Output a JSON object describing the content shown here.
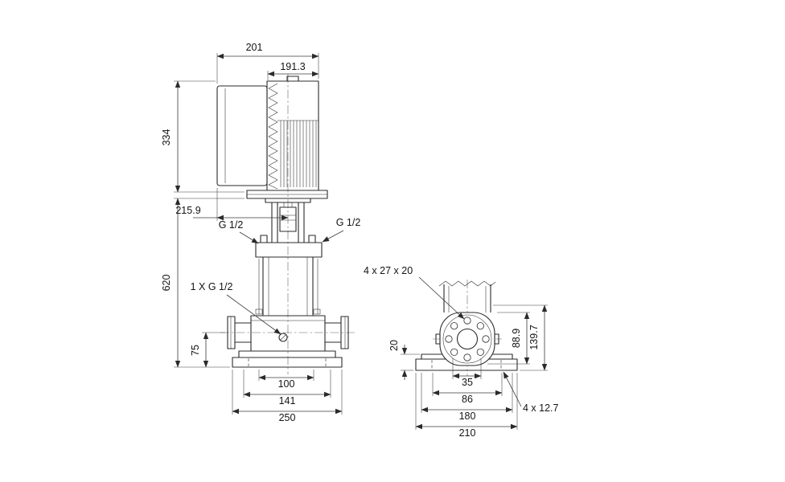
{
  "meta": {
    "background": "#ffffff",
    "line_color": "#2b2b2b"
  },
  "front_view": {
    "dim_top_width": "201",
    "dim_motor_width": "191.3",
    "dim_motor_height": "334",
    "dim_depth": "215.9",
    "port_left": "G 1/2",
    "port_right": "G 1/2",
    "drain_port": "1 X G 1/2",
    "dim_total_height": "620",
    "dim_port_centerline": "75",
    "dim_base_inner": "100",
    "dim_base_mid": "141",
    "dim_base_outer": "250"
  },
  "end_view": {
    "flange_holes": "4 x 27 x 20",
    "dim_base_height": "20",
    "dim_flange_width": "88.9",
    "dim_flange_height": "139.7",
    "dim_hole_spacing": "35",
    "dim_slot_spacing": "86",
    "dim_base_top": "180",
    "dim_base_bottom": "210",
    "base_holes": "4 x 12.7"
  }
}
